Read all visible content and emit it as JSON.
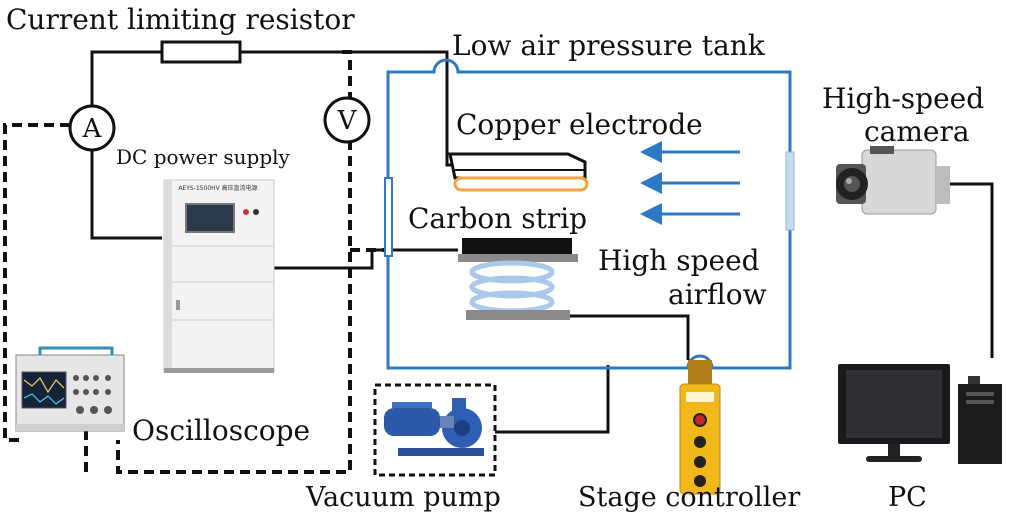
{
  "labels": {
    "resistor": "Current limiting resistor",
    "tank": "Low air pressure tank",
    "camera_line1": "High-speed",
    "camera_line2": "camera",
    "electrode": "Copper electrode",
    "dc_supply": "DC power supply",
    "carbon": "Carbon strip",
    "airflow_line1": "High speed",
    "airflow_line2": "airflow",
    "oscilloscope": "Oscilloscope",
    "vacuum": "Vacuum pump",
    "stage": "Stage controller",
    "pc": "PC",
    "ammeter": "A",
    "voltmeter": "V",
    "supply_model": "AEYS-1500HV 高压直流电源"
  },
  "colors": {
    "tank_outline": "#2f78c4",
    "airflow_arrows": "#2f78c4",
    "electrode_pad": "#f4a340",
    "spring": "#a9c8ea",
    "wire": "#111111"
  }
}
